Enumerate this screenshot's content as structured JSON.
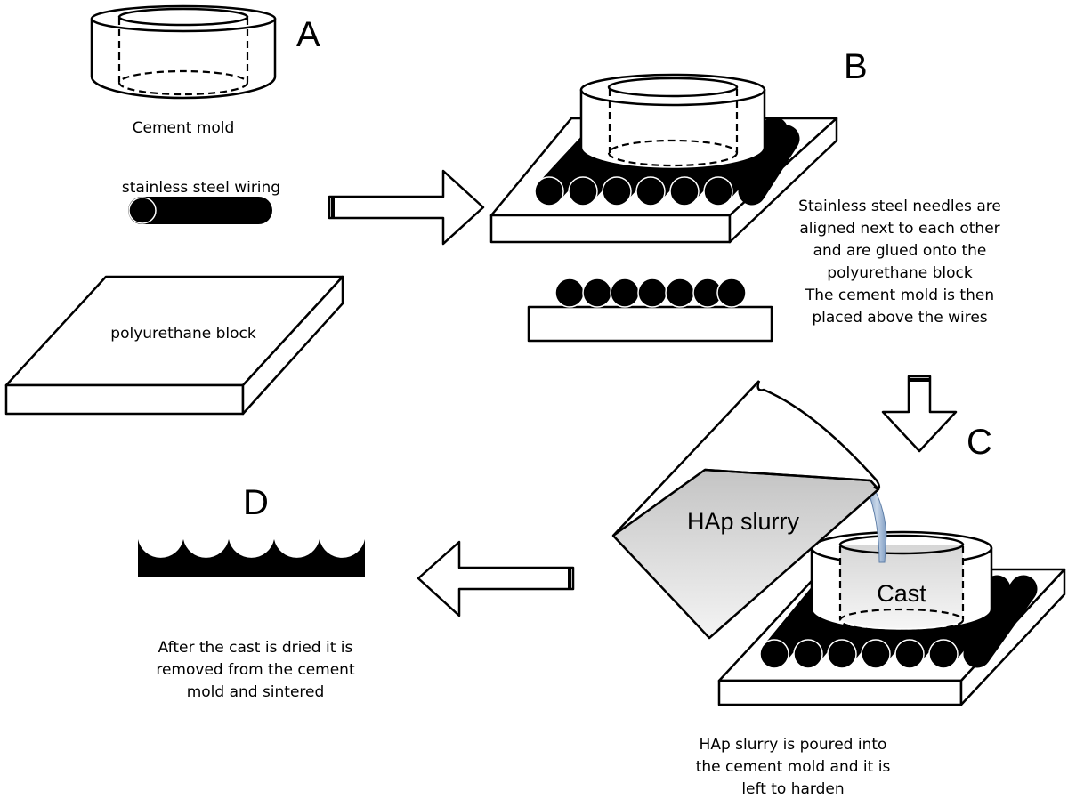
{
  "panels": {
    "a": {
      "letter": "A",
      "cement_mold_label": "Cement mold",
      "wiring_label": "stainless steel wiring",
      "block_label": "polyurethane block"
    },
    "b": {
      "letter": "B",
      "caption": [
        "Stainless steel needles are",
        "aligned next to each other",
        "and are glued onto the",
        "polyurethane block",
        "The cement mold is then",
        "placed above the wires"
      ]
    },
    "c": {
      "letter": "C",
      "beaker_label": "HAp slurry",
      "cast_label": "Cast",
      "caption": [
        "HAp slurry is poured into",
        "the cement mold and it is",
        "left to harden"
      ]
    },
    "d": {
      "letter": "D",
      "caption": [
        "After the cast is dried it is",
        "removed from the cement",
        "mold and sintered"
      ]
    }
  },
  "colors": {
    "outline": "#000000",
    "fill": "#ffffff",
    "slurry_gradient_top": "#c4c4c4",
    "slurry_gradient_bottom": "#f4f4f4",
    "pour_stream": "#9fb6d3"
  }
}
